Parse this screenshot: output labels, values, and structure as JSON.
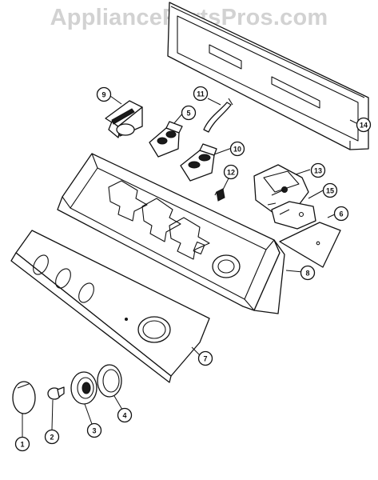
{
  "watermark": "AppliancePartsPros.com",
  "callouts": [
    {
      "id": "part-1",
      "label": "1"
    },
    {
      "id": "part-2",
      "label": "2"
    },
    {
      "id": "part-3",
      "label": "3"
    },
    {
      "id": "part-4",
      "label": "4"
    },
    {
      "id": "part-5",
      "label": "5"
    },
    {
      "id": "part-6",
      "label": "6"
    },
    {
      "id": "part-7",
      "label": "7"
    },
    {
      "id": "part-8",
      "label": "8"
    },
    {
      "id": "part-9",
      "label": "9"
    },
    {
      "id": "part-10",
      "label": "10"
    },
    {
      "id": "part-11",
      "label": "11"
    },
    {
      "id": "part-12",
      "label": "12"
    },
    {
      "id": "part-13",
      "label": "13"
    },
    {
      "id": "part-14",
      "label": "14"
    },
    {
      "id": "part-15",
      "label": "15"
    }
  ]
}
